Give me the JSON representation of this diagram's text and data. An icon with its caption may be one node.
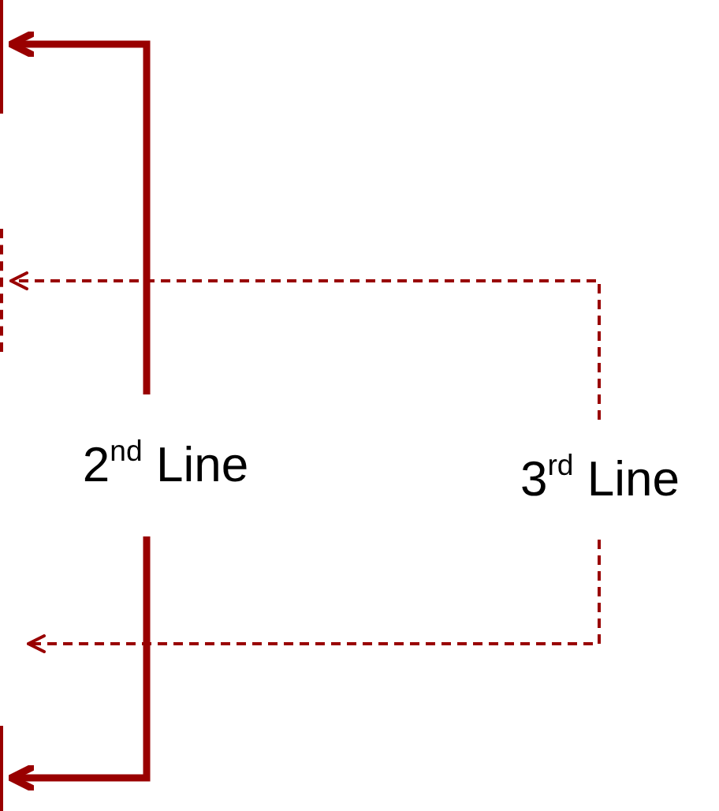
{
  "diagram": {
    "nodes": [
      {
        "text": [],
        "shape": "box"
      },
      {
        "text": [],
        "shape": "box"
      },
      {
        "text": [],
        "shape": "box"
      },
      {
        "text": [
          "2$^{nd}$ Line"
        ]
      },
      {
        "text": [
          "3$^{rd}$ Line"
        ]
      }
    ],
    "edges": [
      {
        "from": 3,
        "to": 0,
        "arrow": "to",
        "style": "thick"
      },
      {
        "from": 4,
        "to": 1,
        "arrow": "to",
        "style": "dashed"
      },
      {
        "from": 4,
        "to": null,
        "arrow": "to",
        "style": "dashed"
      },
      {
        "from": 3,
        "to": 2,
        "arrow": "to",
        "style": "thick"
      }
    ]
  }
}
